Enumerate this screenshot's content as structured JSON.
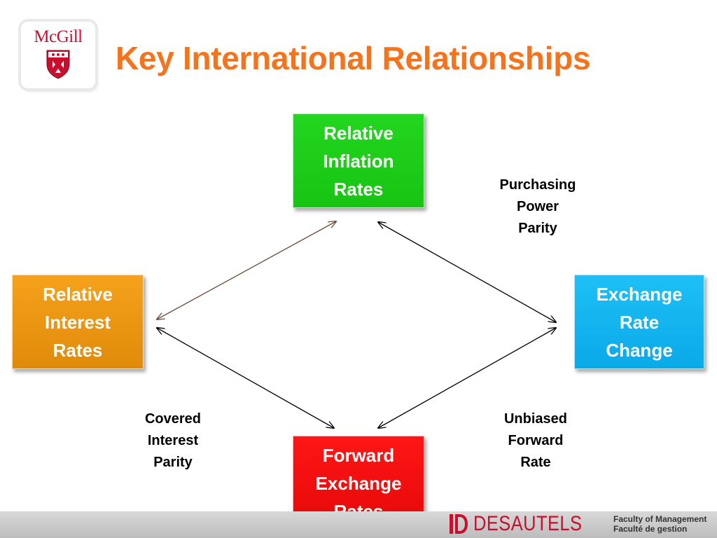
{
  "logo": {
    "text": "McGill"
  },
  "title": "Key International Relationships",
  "boxes": {
    "inflation": "Relative\nInflation\nRates",
    "interest": "Relative\nInterest\nRates",
    "exchange": "Exchange\nRate\nChange",
    "forward": "Forward\nExchange\nRates"
  },
  "labels": {
    "ppp": "Purchasing\nPower\nParity",
    "cip": "Covered\nInterest\nParity",
    "ufr": "Unbiased\nForward\nRate"
  },
  "footer": {
    "brand": "DESAUTELS",
    "faculty_en": "Faculty of Management",
    "faculty_fr": "Faculté de gestion"
  },
  "colors": {
    "title": "#f5731d",
    "inflation_box": "#1dcf19",
    "interest_box": "#f0961a",
    "exchange_box": "#14b8f2",
    "forward_box": "#f50f0f",
    "brand": "#c8102e"
  }
}
